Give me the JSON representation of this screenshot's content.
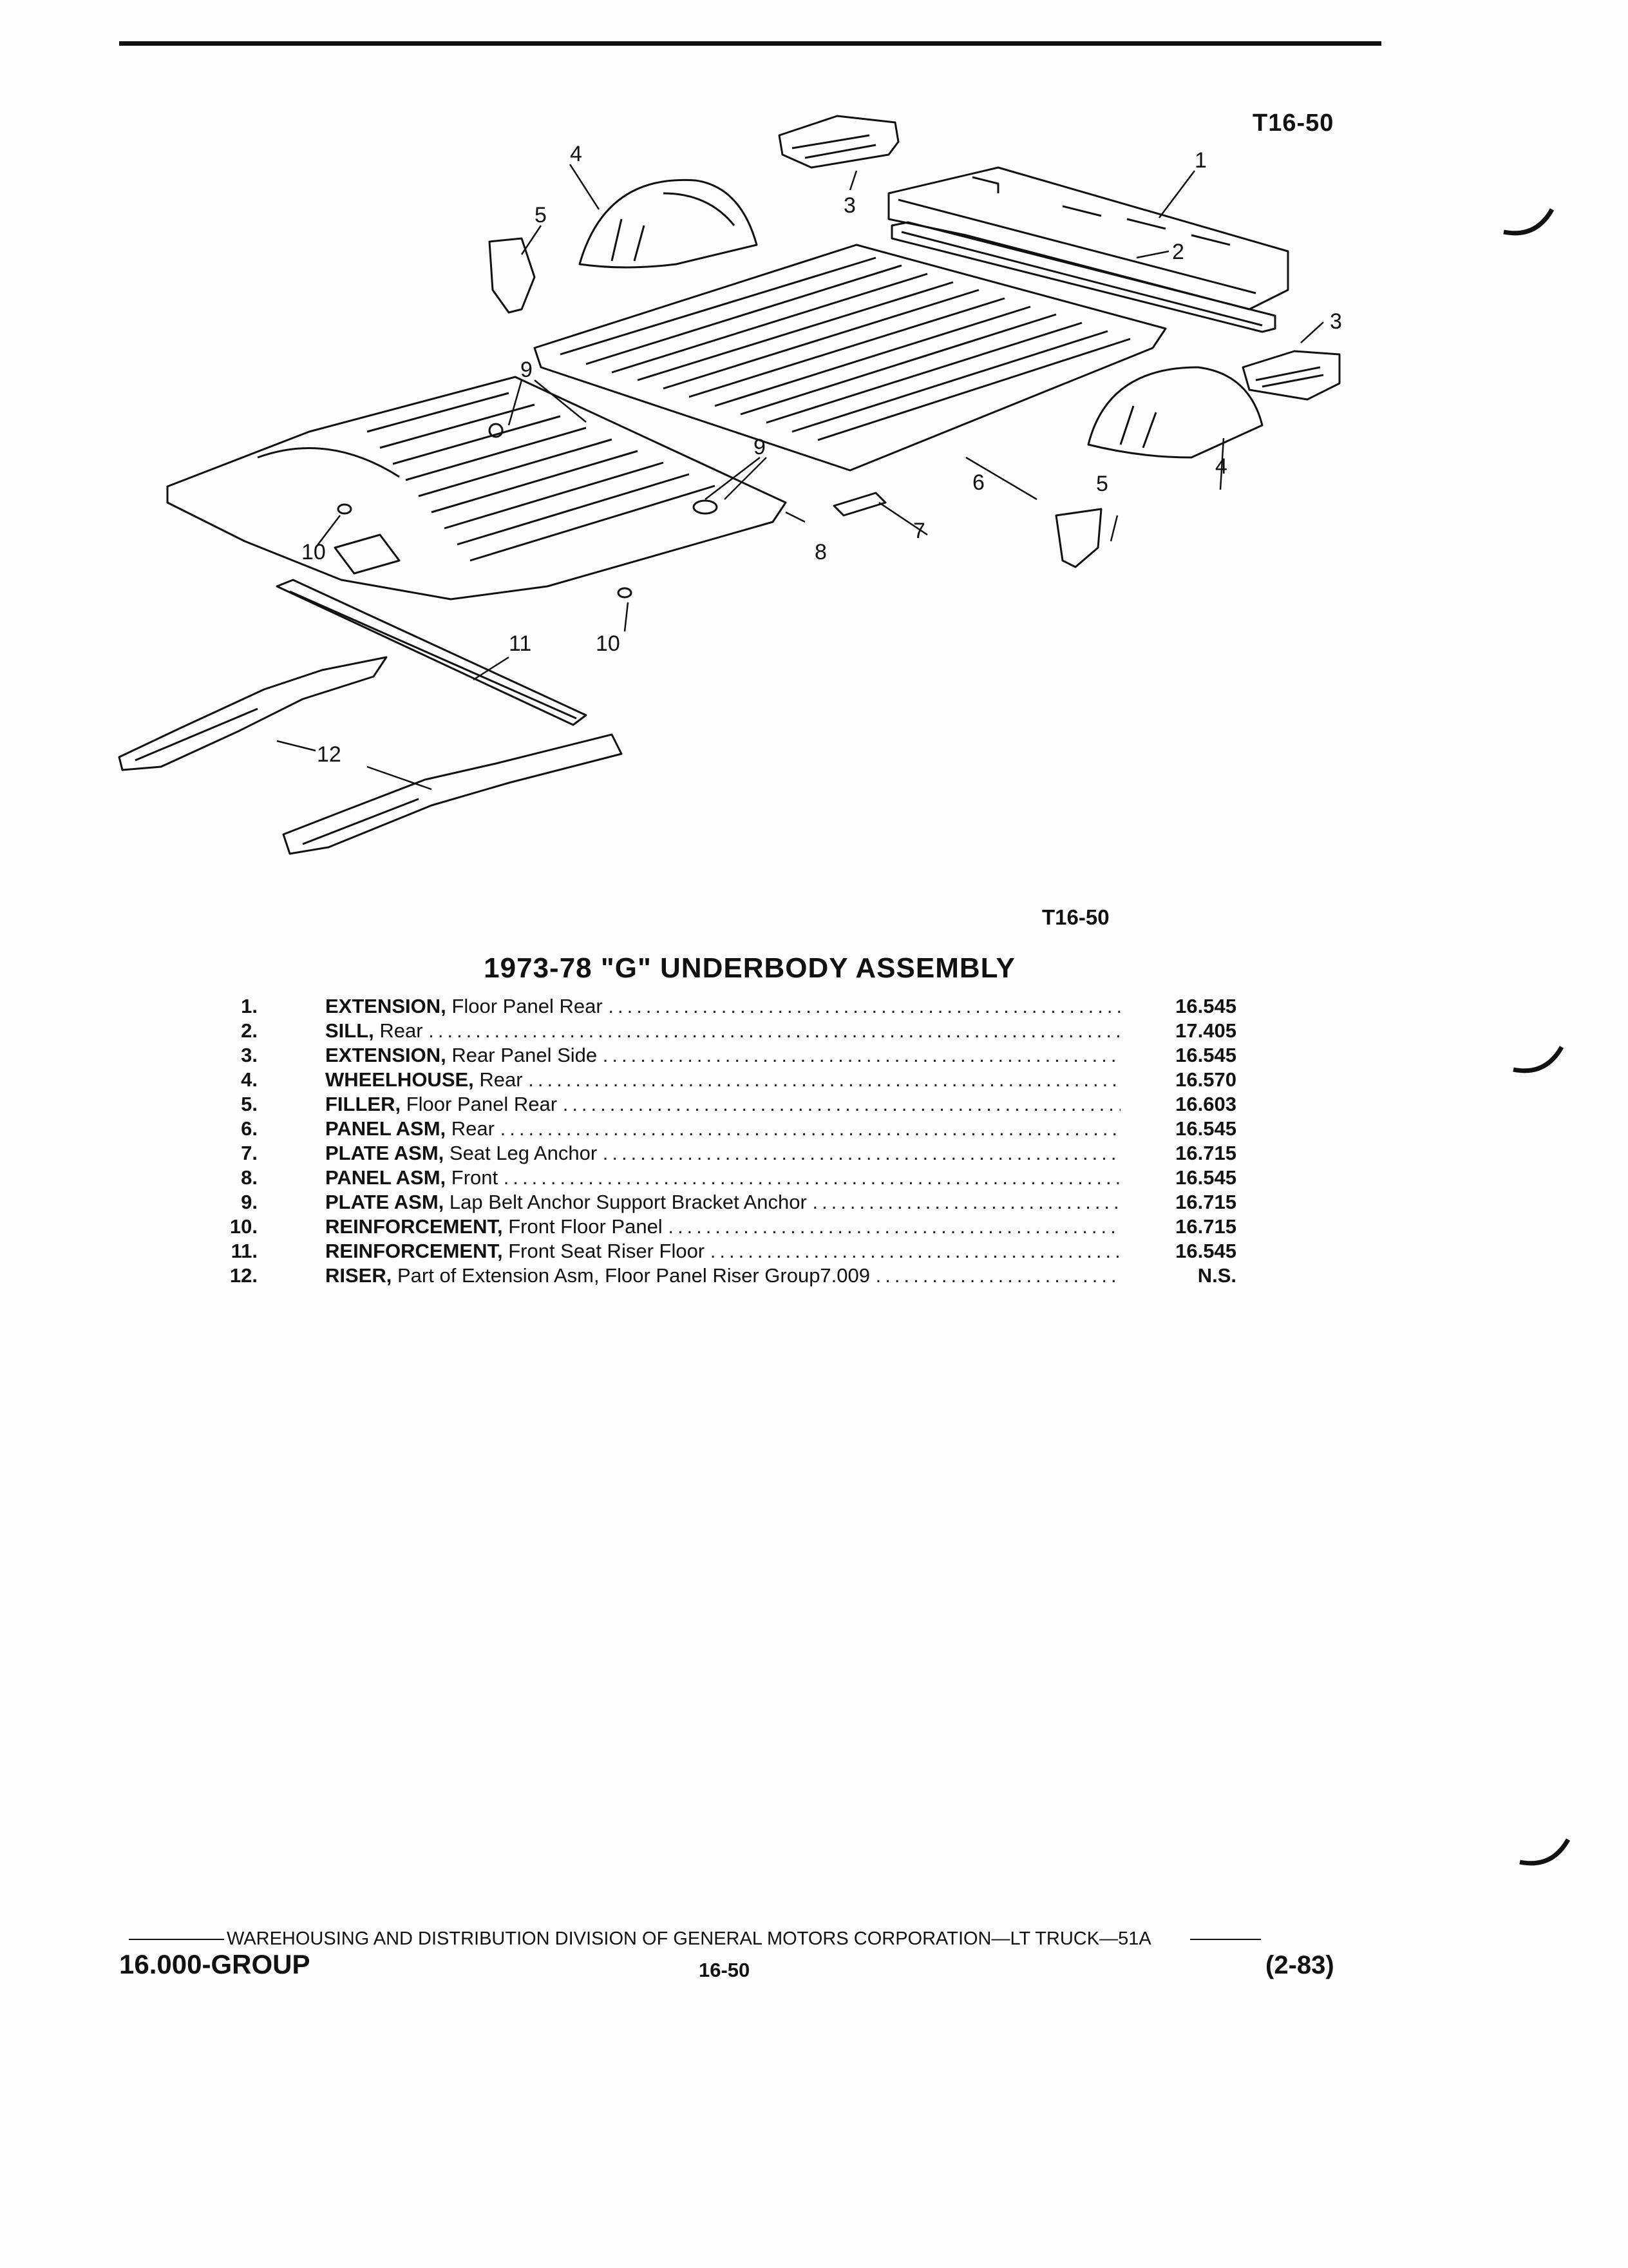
{
  "figure_code_top": "T16-50",
  "figure_code_bottom": "T16-50",
  "title": "1973-78 \"G\" UNDERBODY ASSEMBLY",
  "callouts": {
    "c1": "1",
    "c2": "2",
    "c3a": "3",
    "c3b": "3",
    "c4a": "4",
    "c4b": "4",
    "c5a": "5",
    "c5b": "5",
    "c6": "6",
    "c7": "7",
    "c8": "8",
    "c9a": "9",
    "c9b": "9",
    "c10a": "10",
    "c10b": "10",
    "c11": "11",
    "c12": "12"
  },
  "parts": [
    {
      "num": "1.",
      "name": "EXTENSION,",
      "desc": "Floor Panel Rear",
      "code": "16.545"
    },
    {
      "num": "2.",
      "name": "SILL,",
      "desc": "Rear",
      "code": "17.405"
    },
    {
      "num": "3.",
      "name": "EXTENSION,",
      "desc": "Rear Panel Side",
      "code": "16.545"
    },
    {
      "num": "4.",
      "name": "WHEELHOUSE,",
      "desc": "Rear",
      "code": "16.570"
    },
    {
      "num": "5.",
      "name": "FILLER,",
      "desc": "Floor Panel Rear",
      "code": "16.603"
    },
    {
      "num": "6.",
      "name": "PANEL ASM,",
      "desc": "Rear",
      "code": "16.545"
    },
    {
      "num": "7.",
      "name": "PLATE ASM,",
      "desc": "Seat Leg Anchor",
      "code": "16.715"
    },
    {
      "num": "8.",
      "name": "PANEL ASM,",
      "desc": "Front",
      "code": "16.545"
    },
    {
      "num": "9.",
      "name": "PLATE ASM,",
      "desc": "Lap Belt Anchor Support Bracket Anchor",
      "code": "16.715"
    },
    {
      "num": "10.",
      "name": "REINFORCEMENT,",
      "desc": "Front Floor Panel",
      "code": "16.715"
    },
    {
      "num": "11.",
      "name": "REINFORCEMENT,",
      "desc": "Front Seat Riser Floor",
      "code": "16.545"
    },
    {
      "num": "12.",
      "name": "RISER,",
      "desc": "Part of Extension Asm, Floor Panel Riser Group7.009",
      "code": "N.S."
    }
  ],
  "footer": {
    "line": "WAREHOUSING AND DISTRIBUTION  DIVISION OF GENERAL MOTORS CORPORATION—LT TRUCK—51A",
    "group": "16.000-GROUP",
    "page": "16-50",
    "date_code": "(2-83)"
  }
}
